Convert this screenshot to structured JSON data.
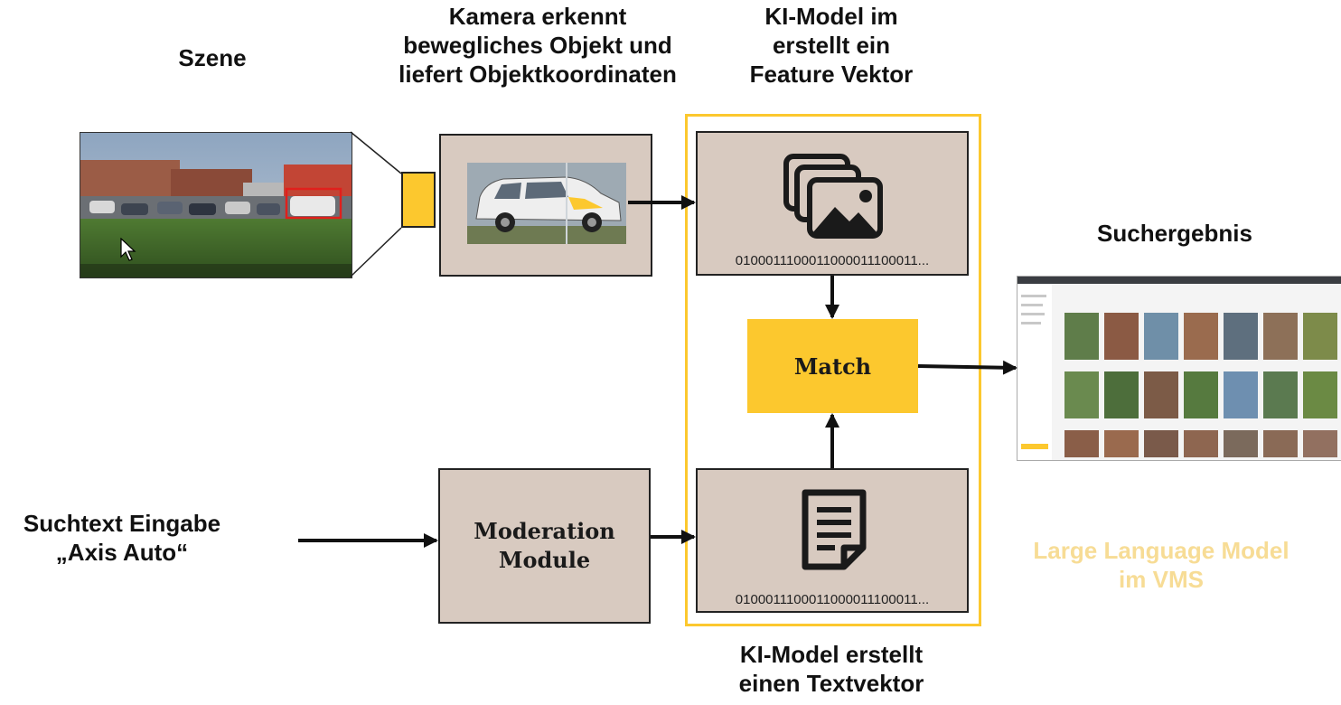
{
  "labels": {
    "scene": "Szene",
    "camera": "Kamera erkennt\nbewegliches Objekt und\nliefert Objektkoordinaten",
    "feature": "KI-Model im\nerstellt ein\nFeature Vektor",
    "result": "Suchergebnis",
    "search_input": "Suchtext Eingabe\n„Axis Auto“",
    "text_vector": "KI-Model erstellt\neinen Textvektor",
    "llm": "Large Language Model\nim VMS"
  },
  "boxes": {
    "match": "Match",
    "moderation": "Moderation\nModule",
    "image_vector_bits": "0100011100011000011100011...",
    "text_vector_bits": "0100011100011000011100011..."
  },
  "icons": {
    "images": "images-stack-icon",
    "document": "document-icon",
    "cursor": "cursor-icon"
  },
  "colors": {
    "accent_yellow": "#fcc82e",
    "llm_text": "#f7dc95",
    "box_fill": "#d8cac0",
    "detection_box": "#e0201c"
  }
}
